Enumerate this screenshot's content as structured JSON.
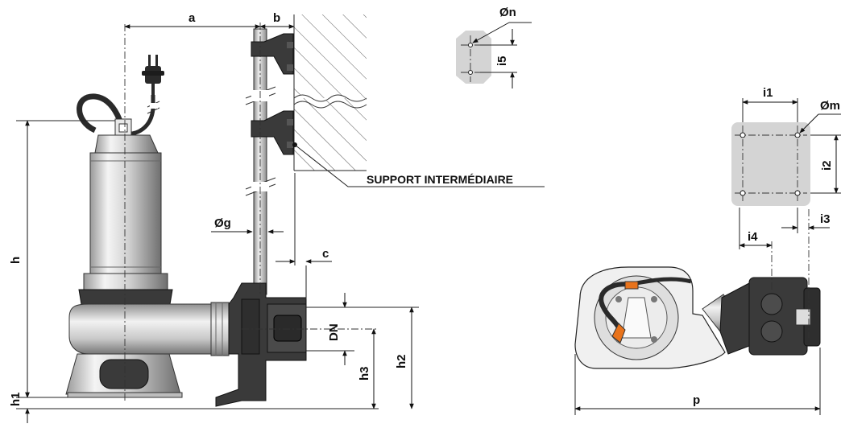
{
  "labels": {
    "a": "a",
    "b": "b",
    "c": "c",
    "h": "h",
    "h1": "h1",
    "h2": "h2",
    "h3": "h3",
    "dn": "DN",
    "og": "Øg",
    "on": "Øn",
    "om": "Øm",
    "i1": "i1",
    "i2": "i2",
    "i3": "i3",
    "i4": "i4",
    "i5": "i5",
    "p": "p",
    "support": "SUPPORT INTERMÉDIAIRE"
  },
  "colors": {
    "line": "#111111",
    "metal_light": "#e8e8e8",
    "metal_mid": "#bdbdbd",
    "metal_dark": "#7d7d7d",
    "casting": "#3a3a3a",
    "cable_accent": "#e8731c",
    "plate": "#d4d4d4"
  },
  "icons": {
    "pump": "submersible-pump-icon",
    "plug": "power-plug-icon"
  }
}
